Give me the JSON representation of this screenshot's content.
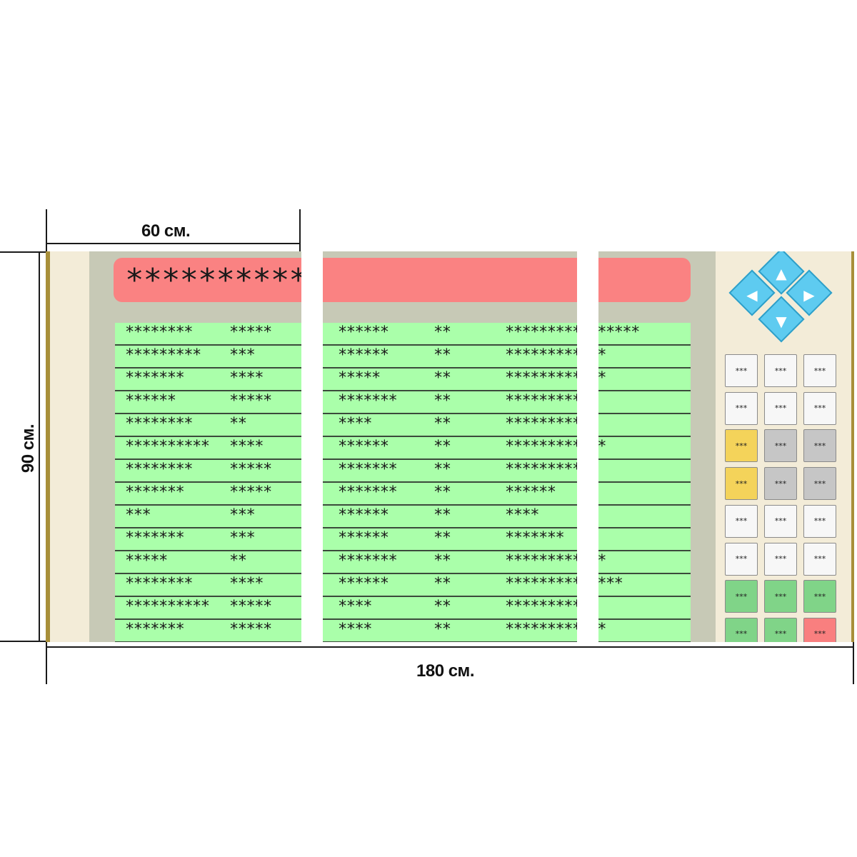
{
  "dimensions": {
    "width_label": "60 см.",
    "total_width_label": "180 см.",
    "height_label": "90 см."
  },
  "screen": {
    "title": "**********",
    "rows": [
      [
        "********",
        "*****",
        "******",
        "**",
        "****************"
      ],
      [
        "*********",
        "***",
        "******",
        "**",
        "************"
      ],
      [
        "*******",
        "****",
        "*****",
        "**",
        "************"
      ],
      [
        "******",
        "*****",
        "*******",
        "**",
        "**********"
      ],
      [
        "********",
        "**",
        "****",
        "**",
        "**********"
      ],
      [
        "**********",
        "****",
        "******",
        "**",
        "************"
      ],
      [
        "********",
        "*****",
        "*******",
        "**",
        "**********"
      ],
      [
        "*******",
        "*****",
        "*******",
        "**",
        "******"
      ],
      [
        "***",
        "***",
        "******",
        "**",
        "****"
      ],
      [
        "*******",
        "***",
        "******",
        "**",
        "*******"
      ],
      [
        "*****",
        "**",
        "*******",
        "**",
        "************"
      ],
      [
        "********",
        "****",
        "******",
        "**",
        "**************"
      ],
      [
        "**********",
        "*****",
        "****",
        "**",
        "**********"
      ],
      [
        "*******",
        "*****",
        "****",
        "**",
        "************"
      ]
    ]
  },
  "keypad": {
    "dpad": {
      "up": "▲",
      "left": "◀",
      "right": "▶",
      "down": "▼"
    },
    "keys": [
      {
        "label": "***",
        "color": "white"
      },
      {
        "label": "***",
        "color": "white"
      },
      {
        "label": "***",
        "color": "white"
      },
      {
        "label": "***",
        "color": "white"
      },
      {
        "label": "***",
        "color": "white"
      },
      {
        "label": "***",
        "color": "white"
      },
      {
        "label": "***",
        "color": "yellow"
      },
      {
        "label": "***",
        "color": "grey"
      },
      {
        "label": "***",
        "color": "grey"
      },
      {
        "label": "***",
        "color": "yellow"
      },
      {
        "label": "***",
        "color": "grey"
      },
      {
        "label": "***",
        "color": "grey"
      },
      {
        "label": "***",
        "color": "white"
      },
      {
        "label": "***",
        "color": "white"
      },
      {
        "label": "***",
        "color": "white"
      },
      {
        "label": "***",
        "color": "white"
      },
      {
        "label": "***",
        "color": "white"
      },
      {
        "label": "***",
        "color": "white"
      },
      {
        "label": "***",
        "color": "green"
      },
      {
        "label": "***",
        "color": "green"
      },
      {
        "label": "***",
        "color": "green"
      },
      {
        "label": "***",
        "color": "green"
      },
      {
        "label": "***",
        "color": "green"
      },
      {
        "label": "***",
        "color": "red"
      }
    ]
  },
  "colors": {
    "title_bar": "#fa8282",
    "row": "#aaffaa",
    "screen": "#c7c9b6",
    "panel": "#f3ecd8",
    "dpad": "#5ecbf0"
  }
}
